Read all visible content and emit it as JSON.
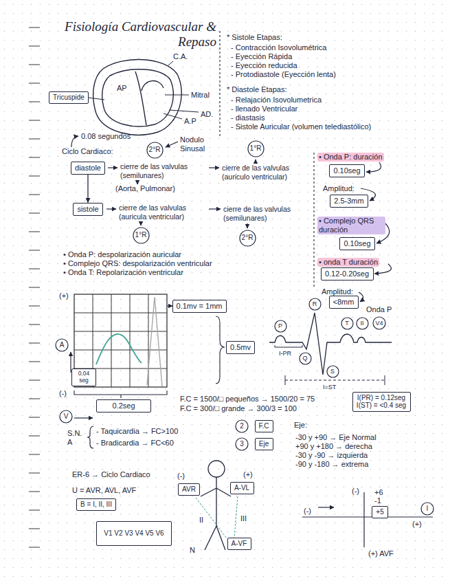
{
  "diagram": {
    "title": "Fisiología Cardiovascular & Repaso",
    "nodes": [
      {
        "text": [
          "Tricuspide"
        ]
      },
      {
        "text": [
          "2°R"
        ]
      },
      {
        "text": [
          "1°R"
        ]
      },
      {
        "text": [
          "diastole"
        ]
      },
      {
        "text": [
          "sistole"
        ]
      },
      {
        "text": [
          "1°R"
        ]
      },
      {
        "text": [
          "2°R"
        ]
      },
      {
        "text": [
          "0.10seg"
        ]
      },
      {
        "text": [
          "2.5-3mm"
        ]
      },
      {
        "text": [
          "0.10seg"
        ]
      },
      {
        "text": [
          "0.12-0.20seg"
        ]
      },
      {
        "text": [
          "<8mm"
        ]
      },
      {
        "text": [
          "0.1mv = 1mm"
        ]
      },
      {
        "text": [
          "0.5mv"
        ]
      },
      {
        "text": [
          "0.04 seg"
        ]
      },
      {
        "text": [
          "0.2seg"
        ]
      },
      {
        "text": [
          "A"
        ]
      },
      {
        "text": [
          "V"
        ]
      },
      {
        "text": [
          "P"
        ]
      },
      {
        "text": [
          "R"
        ]
      },
      {
        "text": [
          "Q"
        ]
      },
      {
        "text": [
          "S"
        ]
      },
      {
        "text": [
          "T"
        ]
      },
      {
        "text": [
          "II"
        ]
      },
      {
        "text": [
          "V4"
        ]
      },
      {
        "text": [
          "I(PR) = 0.12seg",
          "I(ST) = <0.4 seg"
        ]
      },
      {
        "text": [
          "2"
        ]
      },
      {
        "text": [
          "F.C"
        ]
      },
      {
        "text": [
          "3"
        ]
      },
      {
        "text": [
          "Eje"
        ]
      },
      {
        "text": [
          "B = I, II, III"
        ]
      },
      {
        "text": [
          "V1 V2 V3 V4 V5 V6"
        ]
      },
      {
        "text": [
          "AVR"
        ]
      },
      {
        "text": [
          "A-VL"
        ]
      },
      {
        "text": [
          "A-VF"
        ]
      },
      {
        "text": [
          "+5"
        ]
      },
      {
        "text": [
          "I"
        ]
      }
    ],
    "edges": [
      {
        "from": 3,
        "to": 4,
        "arrow": "to"
      }
    ],
    "labels": [
      "C.A.",
      "AP",
      "Mitral",
      "A.P",
      "AD.",
      "* Sistole Etapas:",
      "- Contracción Isovolumétrica",
      "- Eyección Rápida",
      "- Eyección reducida",
      "- Protodiastole (Eyección lenta)",
      "* Diastole Etapas:",
      "- Relajación Isovolumetrica",
      "- llenado Ventricular",
      "- diastasis",
      "- Sistole Auricular (volumen telediastólico)",
      "0.08 segundos",
      "Nodulo Sinusal",
      "Ciclo Cardiaco:",
      "cierre de las valvulas (semilunares)",
      "cierre de las valvulas (auriculo ventricular)",
      "(Aorta, Pulmonar)",
      "cierre de las valvulas (auricula ventricular)",
      "cierre de las valvulas (semilunares)",
      "• Onda P: duración",
      "Amplitud:",
      "• Complejo QRS duración",
      "• onda T duración",
      "Amplitud:",
      "• Onda P: despolarización auricular",
      "• Complejo QRS: despolarización ventricular",
      "• Onda T: Repolarización ventricular",
      "(+)",
      "(-)",
      "Onda P",
      "I-PR",
      "I=ST",
      "F.C = 1500/□ pequeños → 1500/20 = 75",
      "F.C = 300/□ grande → 300/3 = 100",
      "S.N. A",
      "- Taquicardia → FC>100",
      "- Bradicardia → FC<60",
      "Eje:",
      "-30 y +90 → Eje Normal",
      "+90 y +180 → derecha",
      "-30 y -90 → izquierda",
      "-90 y -180 → extrema",
      "ER-6 → Ciclo Cardiaco",
      "U = AVR, AVL, AVF",
      "(-)",
      "(+)",
      "II",
      "III",
      "N",
      "(-)",
      "(-)",
      "(+)",
      "(+) AVF",
      "+6",
      "-1"
    ]
  }
}
